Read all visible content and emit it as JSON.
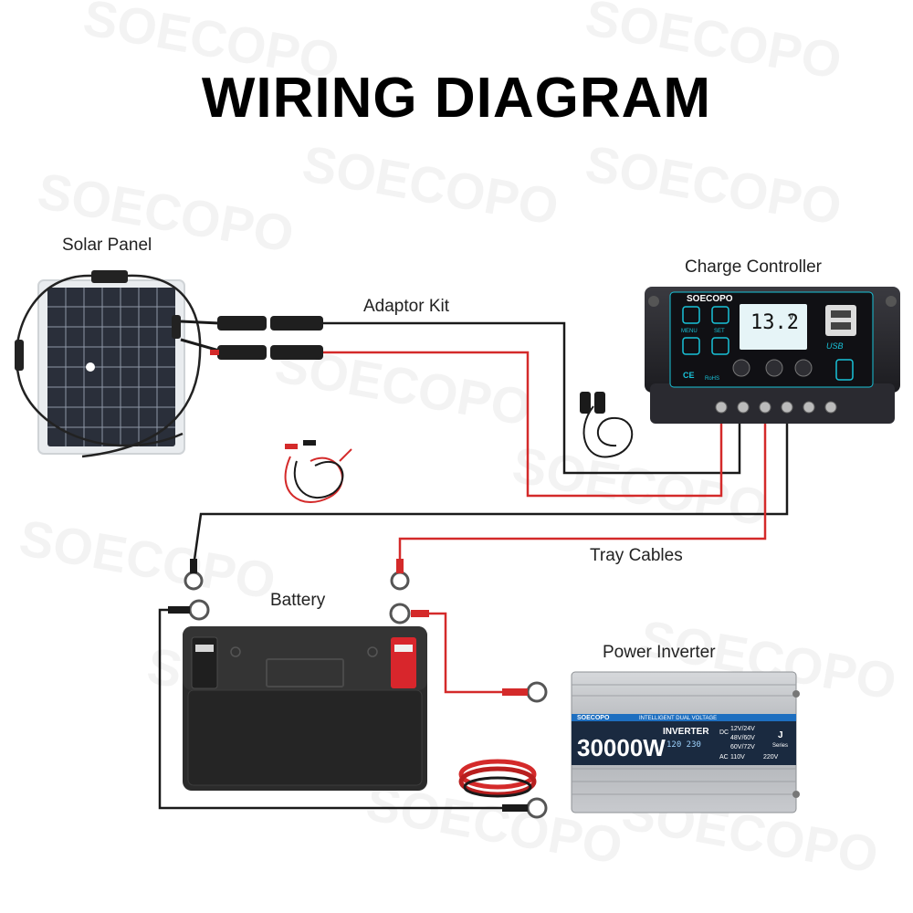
{
  "title": "WIRING DIAGRAM",
  "watermark": "SOECOPO",
  "labels": {
    "solar_panel": "Solar Panel",
    "adaptor_kit": "Adaptor Kit",
    "charge_controller": "Charge Controller",
    "tray_cables": "Tray Cables",
    "battery": "Battery",
    "power_inverter": "Power Inverter"
  },
  "controller": {
    "brand": "SOECOPO",
    "display_value": "13.2",
    "display_unit": "v",
    "usb_label": "USB",
    "menu_label": "MENU",
    "set_label": "SET",
    "ce_mark": "CE",
    "rohs_mark": "RoHS"
  },
  "inverter": {
    "brand": "SOECOPO",
    "subtitle": "INTELLIGENT DUAL VOLTAGE",
    "power": "30000W",
    "model_label": "INVERTER",
    "display": "120 230",
    "series_label": "Series",
    "series_letter": "J",
    "dc_label": "DC",
    "ac_label": "AC",
    "dc_options": [
      "12V/24V",
      "48V/60V",
      "60V/72V"
    ],
    "ac_options": [
      "110V",
      "220V"
    ]
  },
  "colors": {
    "wire_red": "#d42a2a",
    "wire_black": "#1a1a1a",
    "controller_body": "#2a2a2e",
    "controller_accent": "#19c3d9",
    "battery_body": "#2b2b2b",
    "battery_positive": "#d8262c",
    "inverter_body": "#b9bcc0",
    "inverter_label": "#1e6fc0"
  }
}
